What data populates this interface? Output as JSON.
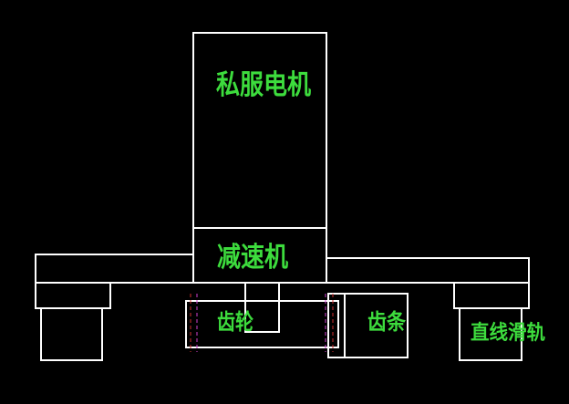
{
  "colors": {
    "background": "#000000",
    "outline": "#ffffff",
    "label": "#3ddc3d",
    "center_line_red": "#d03030",
    "center_line_magenta": "#d040d0"
  },
  "labels": {
    "servo_motor": "私服电机",
    "reducer": "减速机",
    "gear": "齿轮",
    "rack": "齿条",
    "linear_rail": "直线滑轨"
  }
}
